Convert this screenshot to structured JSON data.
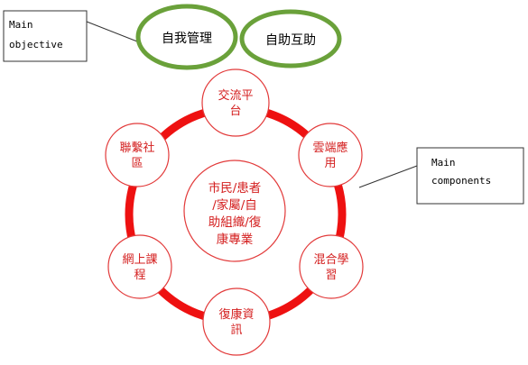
{
  "objectives": [
    {
      "label": "自我管理"
    },
    {
      "label": "自助互助"
    }
  ],
  "callouts": {
    "objective": {
      "line1": "Main",
      "line2": "objective"
    },
    "components": {
      "line1": "Main",
      "line2": "components"
    }
  },
  "hub": {
    "line1": "市民/患者",
    "line2": "/家屬/自",
    "line3": "助組織/復",
    "line4": "康專業"
  },
  "components": [
    {
      "line1": "交流平",
      "line2": "台"
    },
    {
      "line1": "雲端應",
      "line2": "用"
    },
    {
      "line1": "混合學",
      "line2": "習"
    },
    {
      "line1": "復康資",
      "line2": "訊"
    },
    {
      "line1": "網上課",
      "line2": "程"
    },
    {
      "line1": "聯繫社",
      "line2": "區"
    }
  ],
  "colors": {
    "ring": "#ee1111",
    "node_border": "#e23a3a",
    "node_text": "#d42020",
    "objective_ring": "#6aa13a",
    "callout_border": "#333333"
  }
}
